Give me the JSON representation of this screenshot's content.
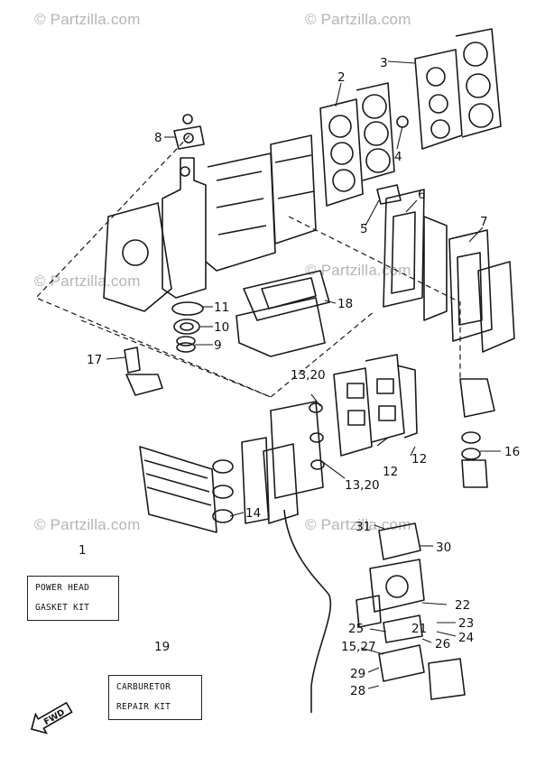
{
  "watermarks": [
    "© Partzilla.com",
    "© Partzilla.com",
    "© Partzilla.com",
    "© Partzilla.com",
    "© Partzilla.com",
    "© Partzilla.com"
  ],
  "callouts": {
    "c1": "1",
    "c2": "2",
    "c3": "3",
    "c4": "4",
    "c5": "5",
    "c6": "6",
    "c7": "7",
    "c8": "8",
    "c9": "9",
    "c10": "10",
    "c11": "11",
    "c12a": "12",
    "c12b": "12",
    "c13_20a": "13,20",
    "c13_20b": "13,20",
    "c14": "14",
    "c15_27": "15,27",
    "c16": "16",
    "c17": "17",
    "c18": "18",
    "c19": "19",
    "c21": "21",
    "c22": "22",
    "c23": "23",
    "c24": "24",
    "c25": "25",
    "c26": "26",
    "c28": "28",
    "c29": "29",
    "c30": "30",
    "c31": "31"
  },
  "kits": {
    "power_head": {
      "line1": "POWER HEAD",
      "line2": "GASKET KIT"
    },
    "carburetor": {
      "line1": "CARBURETOR",
      "line2": "REPAIR KIT"
    }
  },
  "fwd_label": "FWD"
}
